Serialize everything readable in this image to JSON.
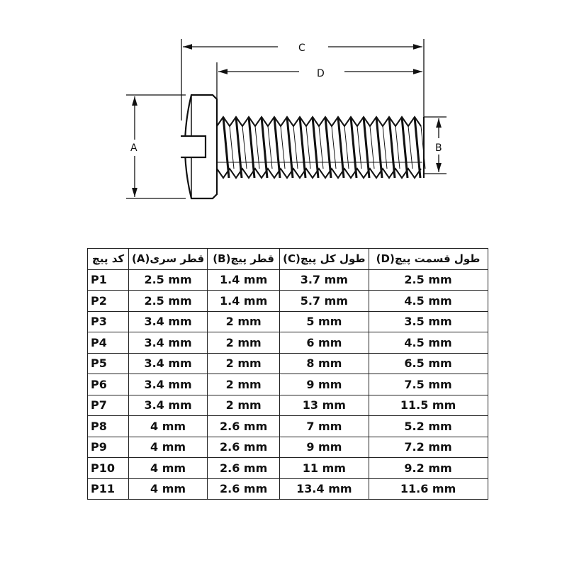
{
  "diagram": {
    "labels": {
      "C": "C",
      "D": "D",
      "A": "A",
      "B": "B"
    }
  },
  "table": {
    "headers": [
      "کد پیچ",
      "قطر سری(A)",
      "قطر پیچ(B)",
      "طول کل پیچ(C)",
      "طول قسمت پیچ(D)"
    ],
    "rows": [
      [
        "P1",
        "2.5 mm",
        "1.4 mm",
        "3.7 mm",
        "2.5 mm"
      ],
      [
        "P2",
        "2.5 mm",
        "1.4 mm",
        "5.7 mm",
        "4.5 mm"
      ],
      [
        "P3",
        "3.4 mm",
        "2 mm",
        "5 mm",
        "3.5 mm"
      ],
      [
        "P4",
        "3.4 mm",
        "2 mm",
        "6 mm",
        "4.5 mm"
      ],
      [
        "P5",
        "3.4 mm",
        "2 mm",
        "8 mm",
        "6.5 mm"
      ],
      [
        "P6",
        "3.4 mm",
        "2 mm",
        "9 mm",
        "7.5 mm"
      ],
      [
        "P7",
        "3.4 mm",
        "2 mm",
        "13 mm",
        "11.5 mm"
      ],
      [
        "P8",
        "4 mm",
        "2.6 mm",
        "7 mm",
        "5.2 mm"
      ],
      [
        "P9",
        "4 mm",
        "2.6 mm",
        "9 mm",
        "7.2 mm"
      ],
      [
        "P10",
        "4 mm",
        "2.6 mm",
        "11 mm",
        "9.2 mm"
      ],
      [
        "P11",
        "4 mm",
        "2.6 mm",
        "13.4 mm",
        "11.6 mm"
      ]
    ]
  }
}
